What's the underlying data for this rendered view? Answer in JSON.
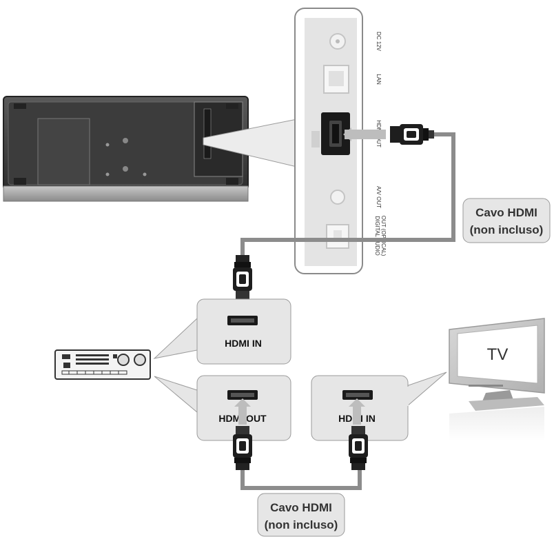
{
  "rear_panel": {
    "dc_label": "DC 12V",
    "lan_label": "LAN",
    "hdmi_out_label": "HDMI OUT",
    "av_out_label": "A/V OUT",
    "digital_audio_line1": "DIGITAL AUDIO",
    "digital_audio_line2": "OUT (OPTICAL)"
  },
  "cables": {
    "top_label_line1": "Cavo HDMI",
    "top_label_line2": "(non incluso)",
    "bottom_label_line1": "Cavo HDMI",
    "bottom_label_line2": "(non incluso)"
  },
  "receiver": {
    "hdmi_in_label": "HDMI IN",
    "hdmi_out_label": "HDMI OUT"
  },
  "tv": {
    "screen_label": "TV",
    "hdmi_in_label": "HDMI IN"
  },
  "colors": {
    "callout_fill": "#e6e6e6",
    "callout_stroke": "#9a9a9a",
    "cable_gray": "#8c8c8c",
    "device_dark": "#3a3a3a"
  }
}
